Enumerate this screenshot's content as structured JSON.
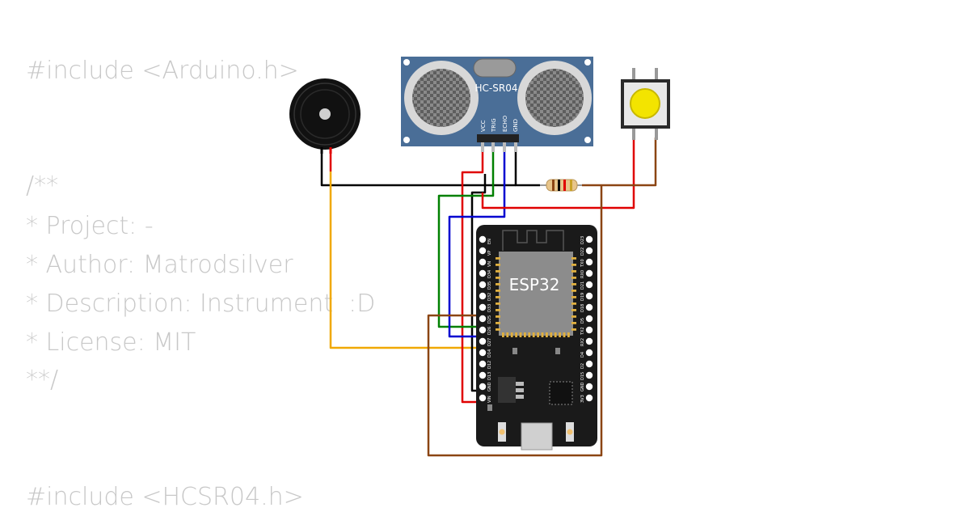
{
  "code": {
    "lines": [
      "#include <Arduino.h>",
      "/**",
      "* Project: -",
      "* Author: Matrodsilver",
      "* Description: Instrument  :D",
      "* License: MIT",
      "**/",
      "#include <HCSR04.h>"
    ]
  },
  "sensor": {
    "label": "HC-SR04",
    "pins": [
      "VCC",
      "TRIG",
      "ECHO",
      "GND"
    ]
  },
  "board": {
    "label": "ESP32",
    "left_pins": [
      "EN",
      "VP",
      "VN",
      "D34",
      "D35",
      "D32",
      "D33",
      "D25",
      "D26",
      "D27",
      "D14",
      "D12",
      "D13",
      "GND",
      "VIN"
    ],
    "right_pins": [
      "D23",
      "D22",
      "TX0",
      "RX0",
      "D21",
      "D19",
      "D18",
      "D5",
      "TX2",
      "RX2",
      "D4",
      "D2",
      "D15",
      "GND",
      "3V3"
    ]
  },
  "colors": {
    "code_text": "#c8c8c8",
    "board": "#1a1a1a",
    "sensor_board": "#4a6e97",
    "button_cap": "#f3e400",
    "wire_red": "#e00000",
    "wire_black": "#000000",
    "wire_green": "#008000",
    "wire_blue": "#0000d0",
    "wire_orange": "#f0a800",
    "wire_brown": "#8b4513"
  },
  "icons": [
    "buzzer-icon",
    "pushbutton-icon",
    "resistor-icon",
    "usb-connector-icon",
    "voltage-regulator-icon",
    "wifi-antenna-icon"
  ]
}
